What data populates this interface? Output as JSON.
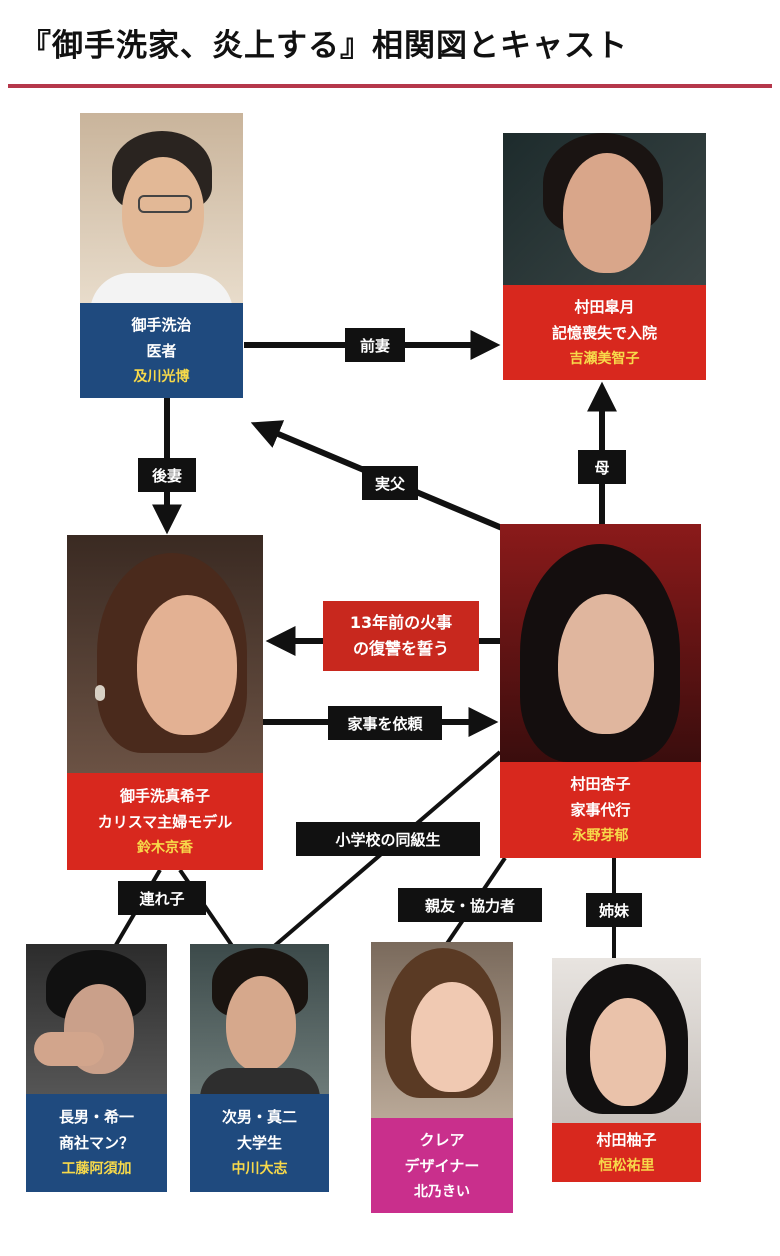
{
  "page": {
    "title": "『御手洗家、炎上する』相関図とキャスト"
  },
  "characters": [
    {
      "id": "osamu",
      "name": "御手洗治",
      "role": "医者",
      "actor": "及川光博",
      "color": "#1f4a7e"
    },
    {
      "id": "satsuki",
      "name": "村田皐月",
      "role": "記憶喪失で入院",
      "actor": "吉瀬美智子",
      "color": "#d8281e"
    },
    {
      "id": "makiko",
      "name": "御手洗真希子",
      "role": "カリスマ主婦モデル",
      "actor": "鈴木京香",
      "color": "#d8281e"
    },
    {
      "id": "anzu",
      "name": "村田杏子",
      "role": "家事代行",
      "actor": "永野芽郁",
      "color": "#d8281e"
    },
    {
      "id": "kiichi",
      "name": "長男・希一",
      "role": "商社マン？",
      "actor": "工藤阿須加",
      "color": "#1f4a7e"
    },
    {
      "id": "shinji",
      "name": "次男・真二",
      "role": "大学生",
      "actor": "中川大志",
      "color": "#1f4a7e"
    },
    {
      "id": "claire",
      "name": "クレア",
      "role": "デザイナー",
      "actor": "北乃きい",
      "color": "#c92f8c"
    },
    {
      "id": "yuzuko",
      "name": "村田柚子",
      "role": "",
      "actor": "恒松祐里",
      "color": "#d8281e"
    }
  ],
  "relations": {
    "zensai": "前妻",
    "kosai": "後妻",
    "jippu": "実父",
    "haha": "母",
    "fukushu_1": "13年前の火事",
    "fukushu_2": "の復讐を誓う",
    "kaji": "家事を依頼",
    "doukyusei": "小学校の同級生",
    "tsureko": "連れ子",
    "shinyu": "親友・協力者",
    "shimai": "姉妹"
  },
  "colors": {
    "accent_rule": "#b5374b",
    "blue_card": "#1f4a7e",
    "red_card": "#d8281e",
    "magenta_card": "#c92f8c",
    "actor_text": "#f7d94a",
    "label_bg": "#111111"
  }
}
